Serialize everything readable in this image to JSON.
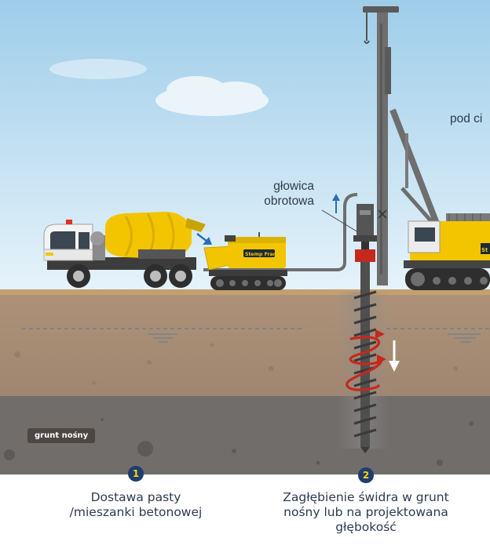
{
  "callouts": {
    "rotary_head": {
      "line1": "głowica",
      "line2": "obrotowa"
    },
    "right_partial": "pod ci"
  },
  "truck_brand": "Stemp Franki",
  "rig_brand": "St",
  "ground_tag": "grunt nośny",
  "steps": [
    {
      "number": "1",
      "line1": "Dostawa pasty",
      "line2": "/mieszanki betonowej"
    },
    {
      "number": "2",
      "line1": "Zagłębienie świdra w grunt",
      "line2": "nośny lub na projektowana",
      "line3": "głębokość"
    }
  ],
  "colors": {
    "sky_top": "#9ecde9",
    "sky_bottom": "#e6f3fa",
    "soil_upper": "#a68c73",
    "soil_lower": "#716d6b",
    "machine_yellow": "#f2c500",
    "rig_gray": "#6e6e6e",
    "helix_red": "#c5281c",
    "badge_navy": "#1f3d6e",
    "badge_digit": "#ffd400",
    "text": "#2e3b4e"
  }
}
